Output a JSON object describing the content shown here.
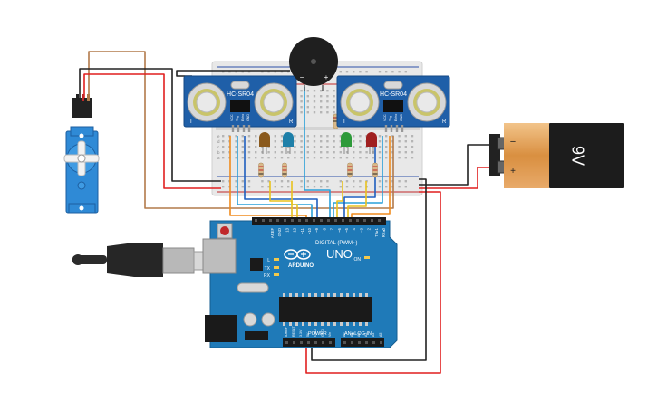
{
  "sensors": [
    {
      "model": "HC-SR04",
      "pin_labels": [
        "VCC",
        "Trig",
        "Echo",
        "GND"
      ],
      "corner_left": "T",
      "corner_right": "R"
    },
    {
      "model": "HC-SR04",
      "pin_labels": [
        "VCC",
        "Trig",
        "Echo",
        "GND"
      ],
      "corner_left": "T",
      "corner_right": "R"
    }
  ],
  "buzzer": {
    "minus": "−",
    "plus": "+"
  },
  "battery": {
    "label": "9V",
    "minus": "−",
    "plus": "+"
  },
  "arduino": {
    "brand": "ARDUINO",
    "model": "UNO",
    "digital_header": "DIGITAL (PWM~)",
    "power_header": "POWER",
    "analog_header": "ANALOG IN",
    "led_labels": [
      "L",
      "TX",
      "RX"
    ],
    "on_label": "ON",
    "digital_pins": [
      "AREF",
      "GND",
      "13",
      "12",
      "~11",
      "~10",
      "~9",
      "8",
      "7",
      "~6",
      "~5",
      "4",
      "~3",
      "2",
      "TX▸1",
      "RX◂0"
    ],
    "power_pins": [
      "IOREF",
      "RESET",
      "3.3V",
      "5V",
      "GND",
      "GND",
      "Vin"
    ],
    "analog_pins": [
      "A0",
      "A1",
      "A2",
      "A3",
      "A4",
      "A5"
    ]
  },
  "breadboard": {
    "row_labels": [
      "j",
      "i",
      "h",
      "g",
      "f",
      "e",
      "d",
      "c",
      "b",
      "a"
    ]
  },
  "leds": [
    {
      "color": "#8a5a1e"
    },
    {
      "color": "#1e7fa8"
    },
    {
      "color": "#2e9a3a"
    },
    {
      "color": "#a02020"
    }
  ],
  "wire_colors": {
    "red": "#e11f1f",
    "black": "#222222",
    "brown": "#b27a4a",
    "orange": "#f08c1e",
    "yellow": "#e8c21e",
    "blue": "#2aa0d8",
    "darkblue": "#1f5fbf"
  }
}
